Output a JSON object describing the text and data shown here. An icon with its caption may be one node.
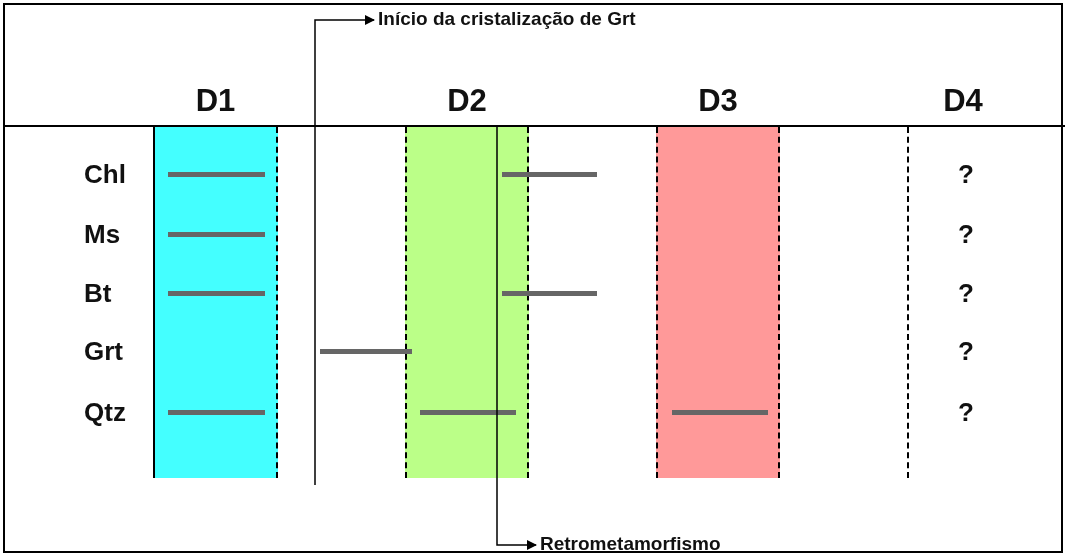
{
  "diagram": {
    "nodes": [
      {
        "text": [
          "D1"
        ]
      },
      {
        "text": [
          "D2"
        ]
      },
      {
        "text": [
          "D3"
        ]
      },
      {
        "text": [
          "D4"
        ]
      },
      {
        "text": [
          "Início da cristalização de Grt"
        ]
      },
      {
        "text": [
          "Retrometamorfismo"
        ]
      }
    ],
    "edges": [
      {
        "from": null,
        "to": 4,
        "arrow": "to"
      },
      {
        "from": 1,
        "to": 5,
        "arrow": "to"
      }
    ],
    "labels": [
      "Chl",
      "?",
      "Ms",
      "?",
      "Bt",
      "?",
      "Grt",
      "?",
      "Qtz",
      "?"
    ]
  }
}
